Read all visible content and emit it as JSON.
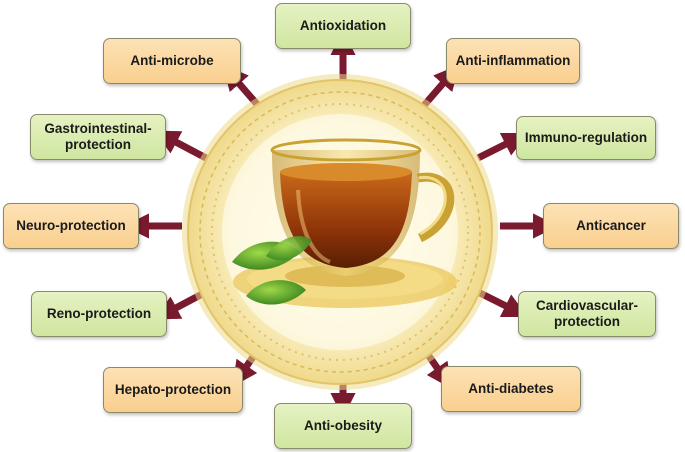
{
  "diagram": {
    "colors": {
      "arrow": "#7a1a2e",
      "green_box": "#d8ecaa",
      "orange_box": "#fbd9a0",
      "medallion": "#f6e7a8"
    },
    "center_image": "tea-cup-with-leaves",
    "boxes": {
      "top": "Antioxidation",
      "top_right": "Anti-inflammation",
      "right_upper": "Immuno-regulation",
      "right": "Anticancer",
      "right_lower": "Cardiovascular-\nprotection",
      "bottom_right": "Anti-diabetes",
      "bottom": "Anti-obesity",
      "bottom_left": "Hepato-protection",
      "left_lower": "Reno-protection",
      "left": "Neuro-protection",
      "left_upper": "Gastrointestinal-\nprotection",
      "top_left": "Anti-microbe"
    }
  }
}
